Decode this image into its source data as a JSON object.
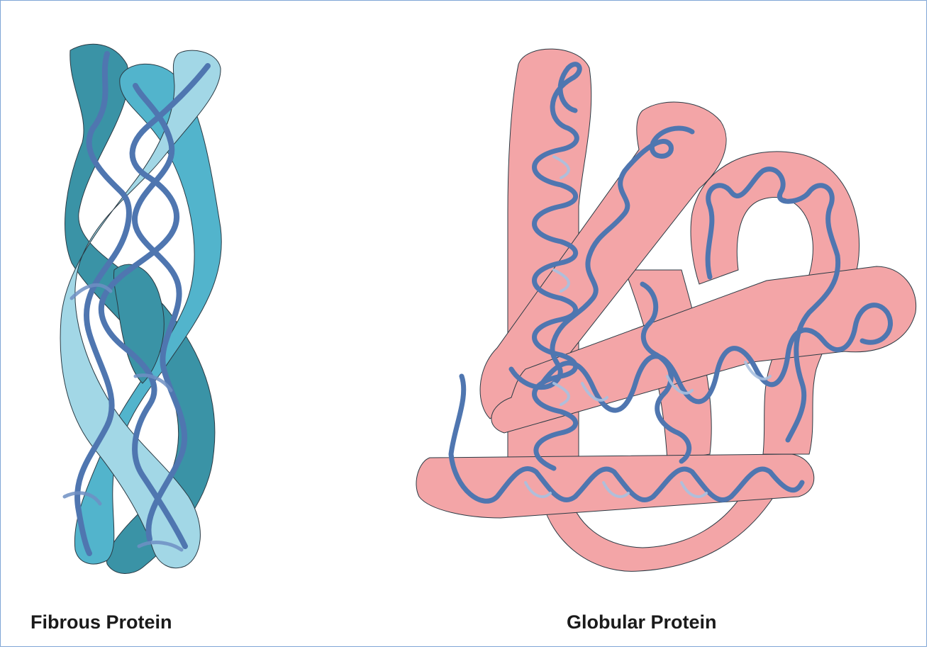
{
  "figure": {
    "panels": [
      {
        "caption": "Fibrous Protein",
        "icon": "triple-helix-coiled-coil"
      },
      {
        "caption": "Globular Protein",
        "icon": "folded-polypeptide-with-alpha-helices"
      }
    ],
    "colors": {
      "fibrous_dark": "#3a93a6",
      "fibrous_mid": "#52b4cc",
      "fibrous_light": "#a2d7e6",
      "ribbon_blue": "#4f76b0",
      "ribbon_light": "#a9c1e0",
      "globular_tube": "#f3a5a7",
      "outline": "#2a3a44",
      "frame_border": "#7fa6d6"
    }
  }
}
